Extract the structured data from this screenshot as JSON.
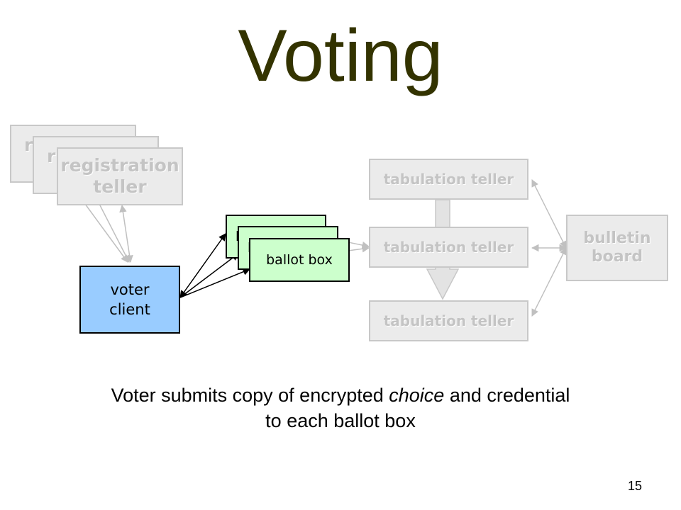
{
  "slide": {
    "title": "Voting",
    "page_number": "15"
  },
  "diagram": {
    "registration_tellers": [
      {
        "label_line1": "r",
        "label_line2": ""
      },
      {
        "label_line1": "r",
        "label_line2": ""
      },
      {
        "label_line1": "registration",
        "label_line2": "teller"
      }
    ],
    "ballot_boxes": [
      {
        "label": "b"
      },
      {
        "label": "b"
      },
      {
        "label": "ballot box"
      }
    ],
    "voter_client": {
      "label_line1": "voter",
      "label_line2": "client"
    },
    "tabulation_tellers": [
      {
        "label": "tabulation teller"
      },
      {
        "label": "tabulation teller"
      },
      {
        "label": "tabulation teller"
      }
    ],
    "bulletin_board": {
      "label_line1": "bulletin",
      "label_line2": "board"
    },
    "colors": {
      "title": "#333300",
      "ballot_box_fill": "#ccffcc",
      "voter_client_fill": "#99ccff",
      "inactive_fill": "#ebebeb",
      "inactive_border": "#c8c8c8"
    }
  },
  "caption": {
    "part1": "Voter submits copy of encrypted ",
    "emphasis": "choice",
    "part2": " and credential",
    "line2": "to each ballot box"
  }
}
